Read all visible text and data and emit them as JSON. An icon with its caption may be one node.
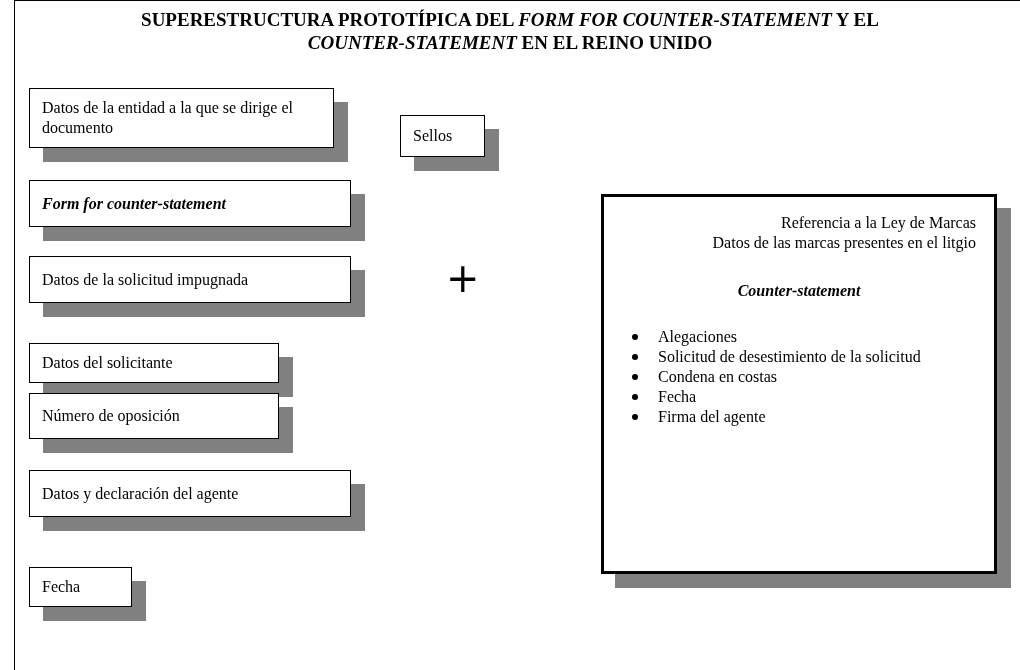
{
  "diagram": {
    "title": "SUPERESTRUCTURA PROTOTÍPICA DEL *FORM FOR COUNTER-STATEMENT* Y EL *COUNTER-STATEMENT* EN EL REINO UNIDO",
    "nodes": [
      {
        "text": [
          "Datos de la entidad a la que se dirige el documento"
        ]
      },
      {
        "text": [
          "Sellos"
        ]
      },
      {
        "text": [
          "Form for counter-statement"
        ]
      },
      {
        "text": [
          "Datos de la solicitud impugnada"
        ]
      },
      {
        "text": [
          "Datos del solicitante"
        ]
      },
      {
        "text": [
          "Número de oposición"
        ]
      },
      {
        "text": [
          "Datos y declaración del agente"
        ]
      },
      {
        "text": [
          "Fecha"
        ]
      },
      {
        "text": [
          "Referencia a la Ley de Marcas",
          "Datos de las marcas presentes en el litgio",
          "Counter-statement",
          "Alegaciones",
          "Solicitud de desestimiento de la solicitud",
          "Condena en costas",
          "Fecha",
          "Firma del agente"
        ]
      }
    ],
    "edges": [],
    "labels": [
      "+"
    ]
  }
}
